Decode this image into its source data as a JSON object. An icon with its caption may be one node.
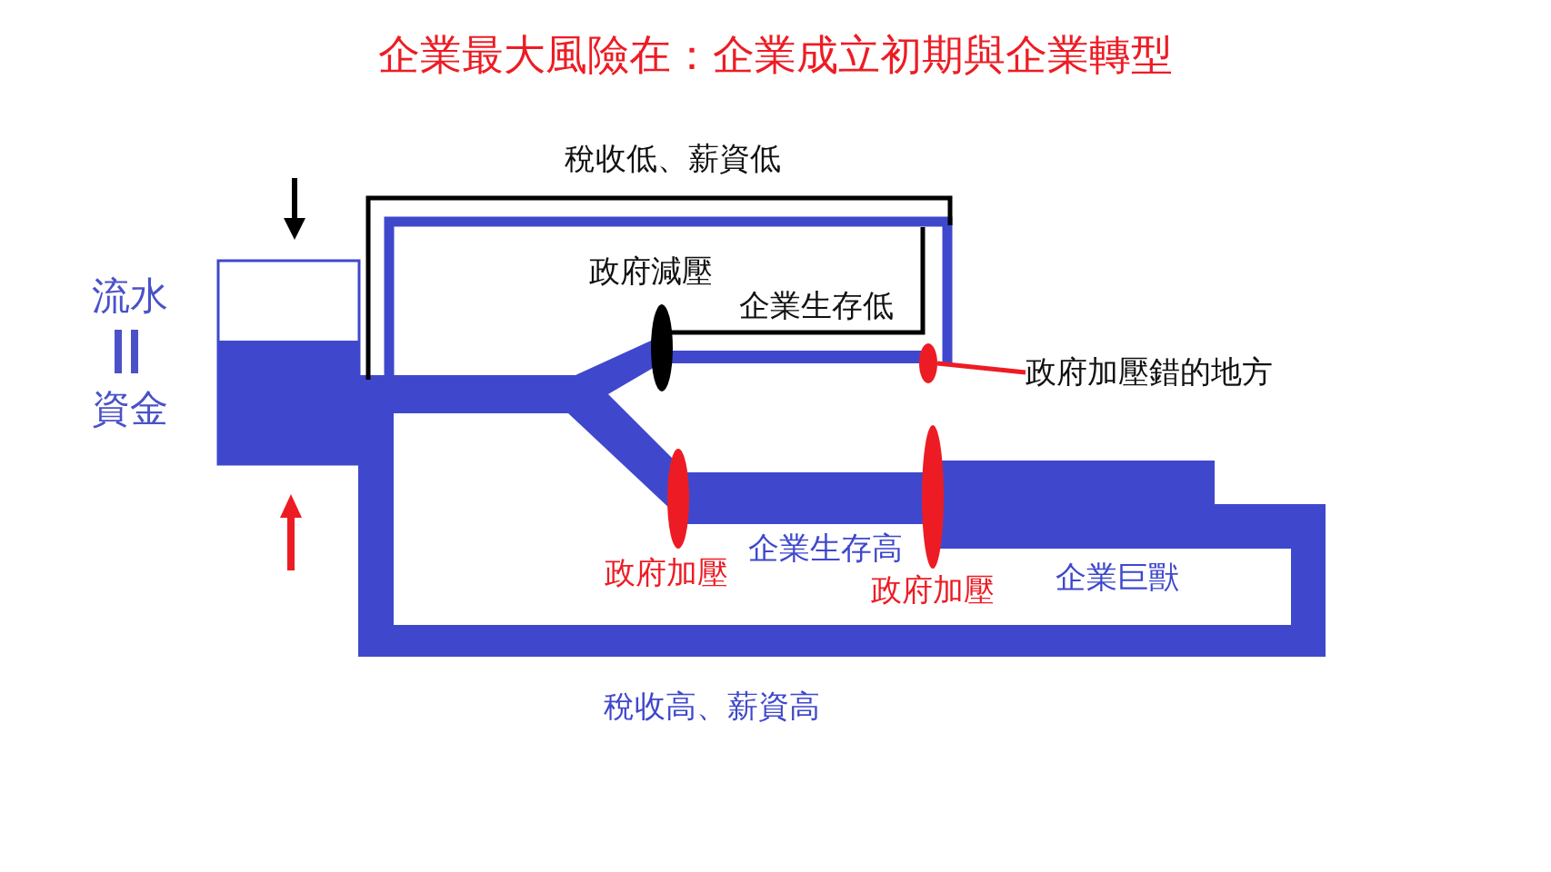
{
  "diagram": {
    "title": "企業最大風險在：企業成立初期與企業轉型",
    "nodes": [
      {
        "text": [
          "政府加壓錯的地方"
        ]
      },
      {
        "text": [],
        "shape": "ellipse"
      }
    ],
    "edges": [
      {
        "from": 0,
        "to": 1,
        "arrow": "none",
        "color": "#ed1c24"
      }
    ],
    "labels": [
      "流水",
      "資金",
      "稅收低、薪資低",
      "政府減壓",
      "企業生存低",
      "企業生存高",
      "政府加壓",
      "政府加壓",
      "企業巨獸",
      "稅收高、薪資高"
    ]
  }
}
